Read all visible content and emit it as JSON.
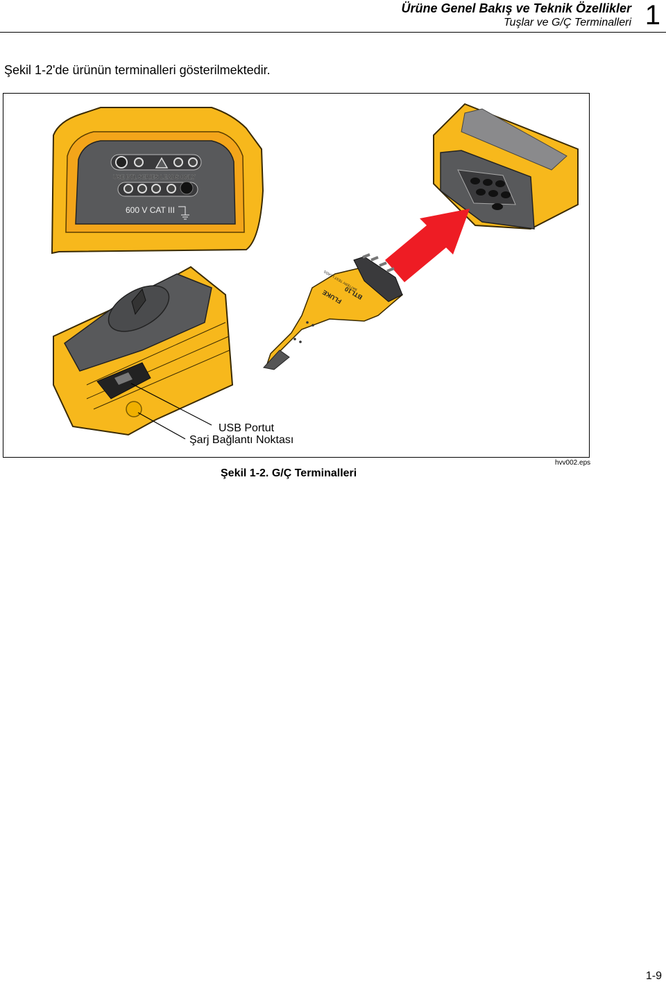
{
  "header": {
    "chapter_title": "Ürüne Genel Bakış ve Teknik Özellikler",
    "section_title": "Tuşlar ve G/Ç Terminalleri",
    "chapter_number": "1"
  },
  "intro_text": "Şekil 1-2'de ürünün terminalleri gösterilmektedir.",
  "figure": {
    "panel_warning_label": "USE BTL SERIES LEADS ONLY",
    "rating_label": "600 V CAT III",
    "connector_brand": "FLUKE",
    "connector_model": "BTL10",
    "connector_sub": "BATTERY TEST LEADS",
    "callout_usb": "USB Portut",
    "callout_charge": "Şarj Bağlantı Noktası",
    "arrow_color": "#ee1c24",
    "body_color": "#f7b81c",
    "panel_color": "#58595b",
    "file_reference": "hvv002.eps"
  },
  "caption": "Şekil 1-2. G/Ç Terminalleri",
  "page_number": "1-9"
}
